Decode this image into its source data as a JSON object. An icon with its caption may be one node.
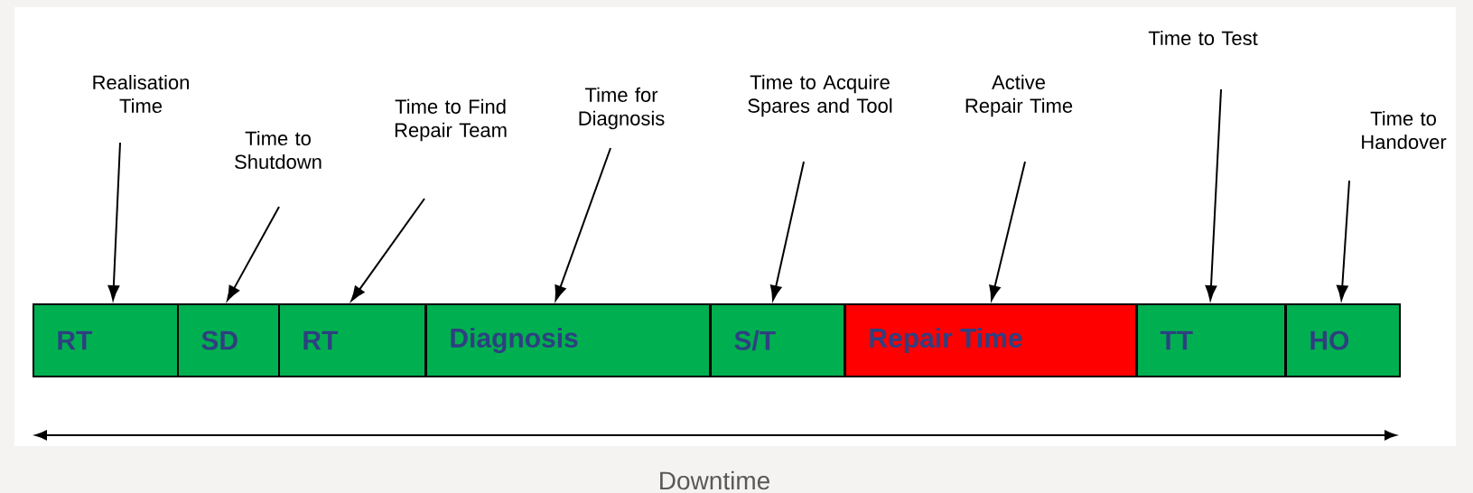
{
  "diagram": {
    "caption": "Downtime",
    "nodes": [
      {
        "text": [
          "RT"
        ]
      },
      {
        "text": [
          "SD"
        ]
      },
      {
        "text": [
          "RT"
        ]
      },
      {
        "text": [
          "Diagnosis"
        ]
      },
      {
        "text": [
          "S/T"
        ]
      },
      {
        "text": [
          "Repair Time"
        ]
      },
      {
        "text": [
          "TT"
        ]
      },
      {
        "text": [
          "HO"
        ]
      },
      {
        "text": [
          "Realisation Time"
        ]
      },
      {
        "text": [
          "Time to Shutdown"
        ]
      },
      {
        "text": [
          "Time to Find Repair Team"
        ]
      },
      {
        "text": [
          "Time for Diagnosis"
        ]
      },
      {
        "text": [
          "Time to Acquire Spares and Tool"
        ]
      },
      {
        "text": [
          "Active Repair Time"
        ]
      },
      {
        "text": [
          "Time to Test"
        ]
      },
      {
        "text": [
          "Time to Handover"
        ]
      }
    ],
    "edges": [
      {
        "from": 8,
        "to": 0,
        "arrow": "to"
      },
      {
        "from": 9,
        "to": 1,
        "arrow": "to"
      },
      {
        "from": 10,
        "to": 2,
        "arrow": "to"
      },
      {
        "from": 11,
        "to": 3,
        "arrow": "to"
      },
      {
        "from": 12,
        "to": 4,
        "arrow": "to"
      },
      {
        "from": 13,
        "to": 5,
        "arrow": "to"
      },
      {
        "from": 14,
        "to": 6,
        "arrow": "to"
      },
      {
        "from": 15,
        "to": 7,
        "arrow": "to"
      }
    ]
  }
}
